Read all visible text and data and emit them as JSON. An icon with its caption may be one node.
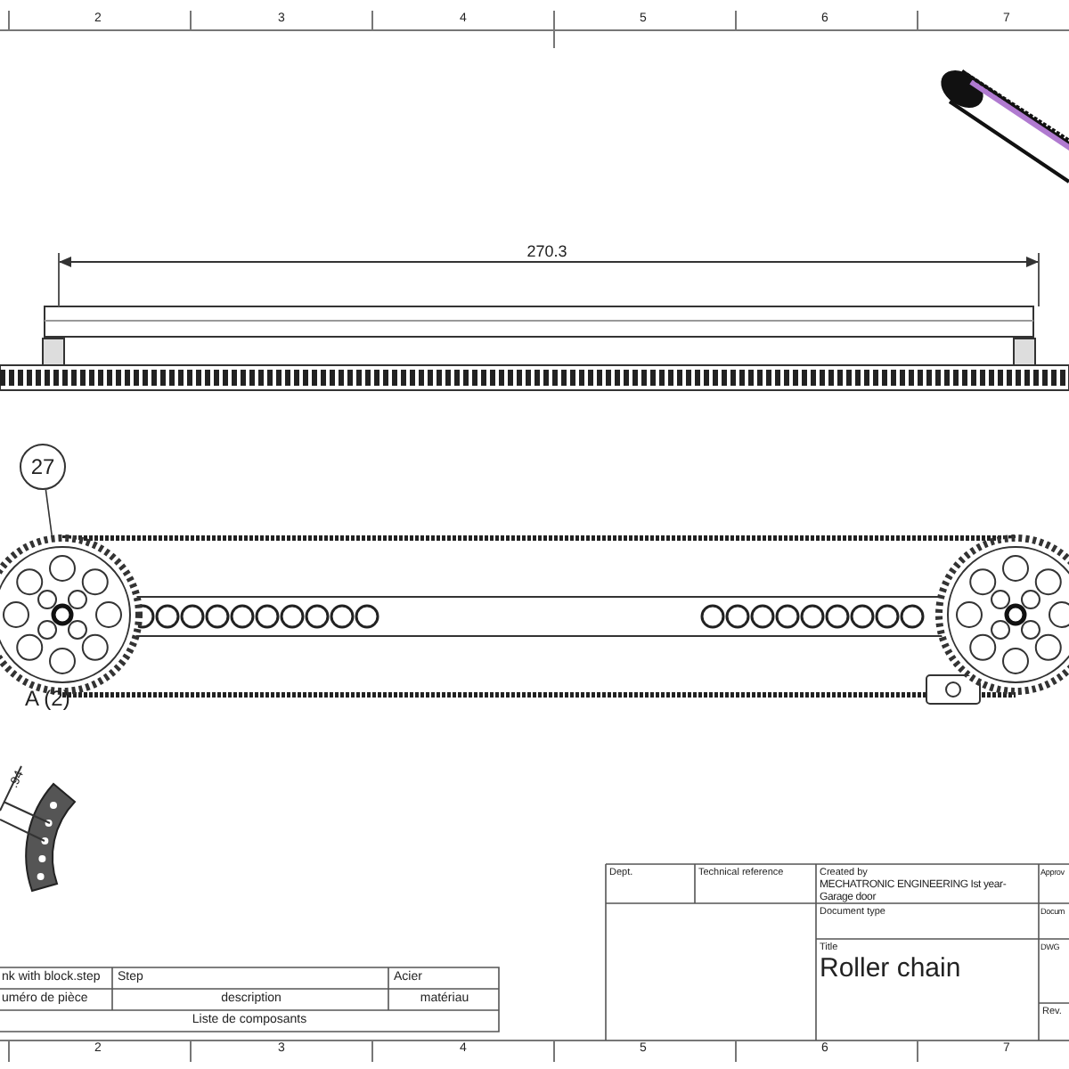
{
  "diagram": {
    "nodes": [
      {
        "text": [
          "27"
        ]
      },
      {
        "text": [],
        "shape": "picture"
      }
    ],
    "edges": [
      {
        "from": 0,
        "to": 1,
        "arrow": "none"
      }
    ],
    "labels": [
      "2",
      "3",
      "4",
      "5",
      "6",
      "7",
      "270.3",
      "A (2)",
      ".94",
      "nk with block.step",
      "Step",
      "Acier",
      "uméro de pièce",
      "description",
      "matériau",
      "Liste de composants",
      "2",
      "3",
      "4",
      "5",
      "6",
      "7",
      "Dept.",
      "Technical reference",
      "Created by",
      "MECHATRONIC ENGINEERING Ist year-Garage door",
      "Approv",
      "Document type",
      "Docum",
      "Title",
      "Roller chain",
      "DWG",
      "Rev."
    ]
  }
}
